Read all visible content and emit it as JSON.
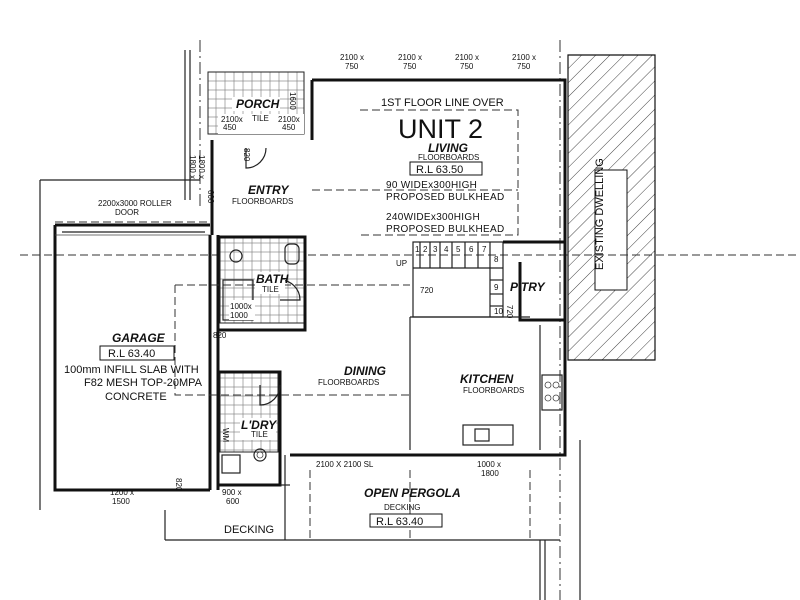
{
  "plan": {
    "unit_title": "UNIT 2",
    "first_floor_line": "1ST FLOOR LINE OVER",
    "existing_dwelling": "EXISTING DWELLING",
    "roller_door": {
      "line1": "2200x3000 ROLLER",
      "line2": "DOOR"
    },
    "sliding_door": "2100 X 2100 SL",
    "decking_label": "DECKING",
    "bulkhead_90": {
      "line1": "90 WIDEx300HIGH",
      "line2": "PROPOSED BULKHEAD"
    },
    "bulkhead_240": {
      "line1": "240WIDEx300HIGH",
      "line2": "PROPOSED BULKHEAD"
    },
    "stair_up": "UP",
    "stair_width": "720",
    "stair_numbers": [
      "1",
      "2",
      "3",
      "4",
      "5",
      "6",
      "7",
      "8",
      "9",
      "10"
    ],
    "wm": "WM"
  },
  "rooms": {
    "porch": {
      "name": "PORCH",
      "finish": "TILE"
    },
    "living": {
      "name": "LIVING",
      "finish": "FLOORBOARDS",
      "rl": "R.L 63.50"
    },
    "entry": {
      "name": "ENTRY",
      "finish": "FLOORBOARDS"
    },
    "bath": {
      "name": "BATH",
      "finish": "TILE"
    },
    "pantry": {
      "name": "P'TRY"
    },
    "garage": {
      "name": "GARAGE",
      "rl": "R.L 63.40",
      "line1": "100mm INFILL SLAB WITH",
      "line2": "F82 MESH TOP-20MPA",
      "line3": "CONCRETE"
    },
    "dining": {
      "name": "DINING",
      "finish": "FLOORBOARDS"
    },
    "kitchen": {
      "name": "KITCHEN",
      "finish": "FLOORBOARDS"
    },
    "laundry": {
      "name": "L'DRY",
      "finish": "TILE"
    },
    "pergola": {
      "name": "OPEN PERGOLA",
      "finish": "DECKING",
      "rl": "R.L 63.40"
    }
  },
  "dimensions": {
    "top_windows": [
      {
        "w": "2100 x",
        "h": "750"
      },
      {
        "w": "2100 x",
        "h": "750"
      },
      {
        "w": "2100 x",
        "h": "750"
      },
      {
        "w": "2100 x",
        "h": "750"
      }
    ],
    "porch_left": {
      "w": "2100x",
      "h": "450"
    },
    "porch_right": {
      "w": "2100x",
      "h": "450"
    },
    "porch_side": "1600",
    "entry_side_a": "1800 x",
    "entry_side_b": "1800 x",
    "entry_side_c": "600",
    "entry_door": "820",
    "shower": {
      "w": "1000x",
      "h": "1000"
    },
    "bath_door": "820",
    "pantry_door": "720",
    "garage_window": {
      "w": "1200 x",
      "h": "1500"
    },
    "garage_door": "820",
    "laundry_window": {
      "w": "900 x",
      "h": "600"
    },
    "kitchen_window": {
      "w": "1000 x",
      "h": "1800"
    }
  }
}
